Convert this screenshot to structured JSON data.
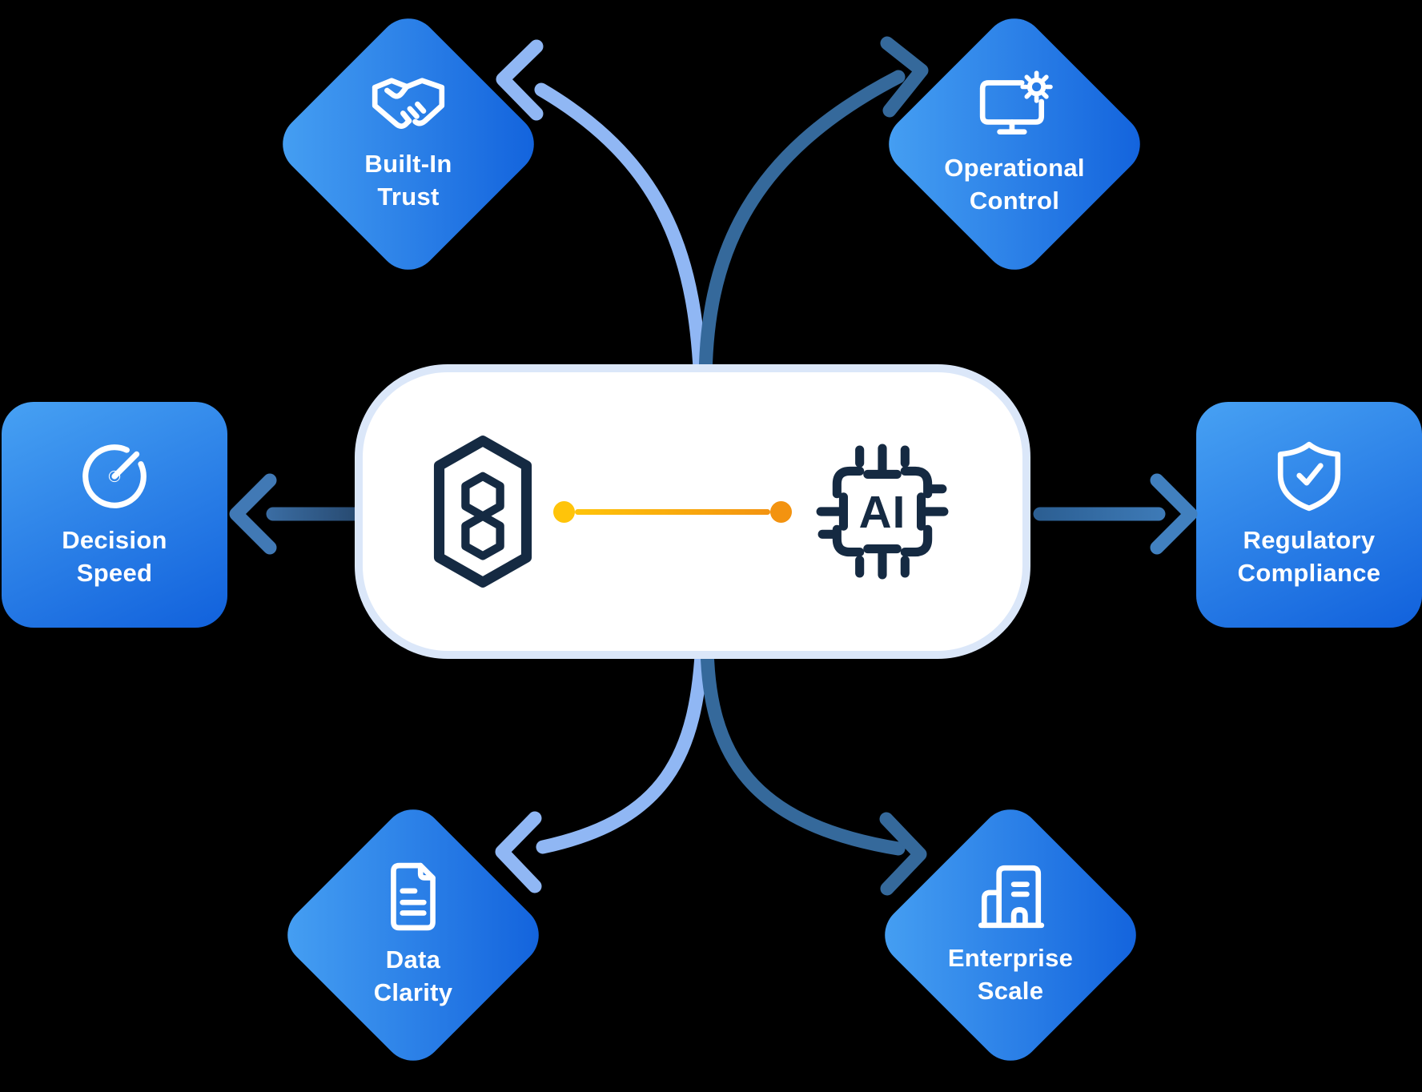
{
  "diagram": {
    "center_card": {
      "name": "g8-and-ai-integration-card",
      "brand_logo": "g8-hexagon-logo",
      "chip_label": "AI"
    },
    "nodes": [
      {
        "id": "built-in-trust",
        "shape": "diamond",
        "icon": "handshake-icon",
        "line1": "Built-In",
        "line2": "Trust"
      },
      {
        "id": "operational-control",
        "shape": "diamond",
        "icon": "monitor-gear-icon",
        "line1": "Operational",
        "line2": "Control"
      },
      {
        "id": "decision-speed",
        "shape": "square",
        "icon": "gauge-icon",
        "line1": "Decision",
        "line2": "Speed"
      },
      {
        "id": "regulatory-compliance",
        "shape": "square",
        "icon": "shield-check-icon",
        "line1": "Regulatory",
        "line2": "Compliance"
      },
      {
        "id": "data-clarity",
        "shape": "diamond",
        "icon": "document-icon",
        "line1": "Data",
        "line2": "Clarity"
      },
      {
        "id": "enterprise-scale",
        "shape": "diamond",
        "icon": "building-icon",
        "line1": "Enterprise",
        "line2": "Scale"
      }
    ],
    "colors": {
      "bg": "#000000",
      "card-bg": "#ffffff",
      "card-border": "#dbe7f9",
      "navy": "#152A42",
      "dot-yellow": "#FFC40A",
      "dot-orange": "#F39310",
      "node-light": "#47A1F3",
      "node-dark": "#1161DC",
      "arrow-light": "#90B7F4",
      "arrow-dark": "#35699B",
      "arrow-left-grad-start": "#27496F",
      "arrow-left-grad-end": "#4179B5",
      "arrow-right-grad-start": "#2C5F93",
      "arrow-right-grad-end": "#4180BF",
      "icon-stroke": "#ffffff"
    }
  }
}
